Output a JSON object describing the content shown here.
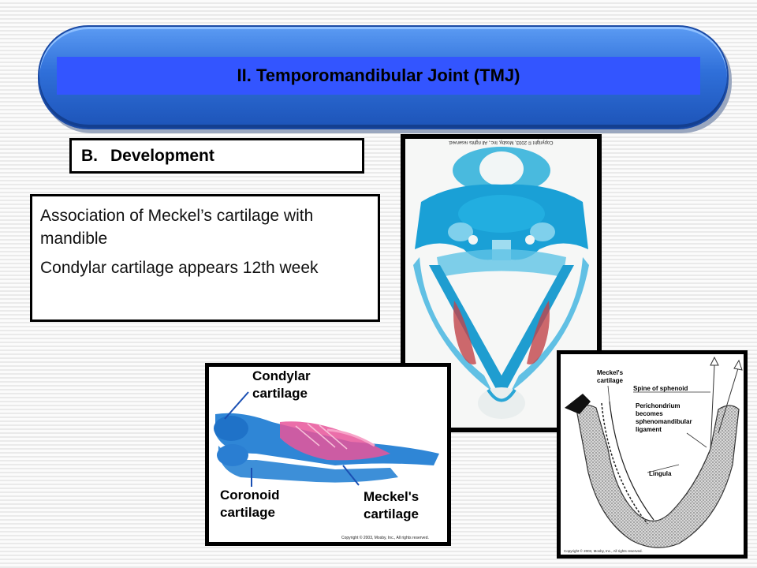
{
  "slide": {
    "title": "II. Temporomandibular Joint (TMJ)",
    "section_number": "B.",
    "section_title": "Development",
    "bullets": [
      "Association of Meckel’s cartilage with mandible",
      "Condylar cartilage appears 12th week"
    ]
  },
  "figures": {
    "top": {
      "copyright": "Copyright © 2003, Mosby, Inc., All rights reserved."
    },
    "left": {
      "labels": [
        "Condylar cartilage",
        "Coronoid cartilage",
        "Meckel's cartilage"
      ],
      "label_lines": {
        "condylar": [
          "Condylar",
          "cartilage"
        ],
        "coronoid": [
          "Coronoid",
          "cartilage"
        ],
        "meckels": [
          "Meckel's",
          "cartilage"
        ]
      },
      "copyright": "Copyright © 2003, Mosby, Inc., All rights reserved."
    },
    "right": {
      "label_lines": {
        "meckels": [
          "Meckel's",
          "cartilage"
        ],
        "spine": [
          "Spine of sphenoid"
        ],
        "perichondrium": [
          "Perichondrium",
          "becomes",
          "sphenomandibular",
          "ligament"
        ],
        "lingula": [
          "Lingula"
        ]
      },
      "copyright": "Copyright © 2003, Mosby, Inc., All rights reserved."
    }
  },
  "colors": {
    "title_band": "#3355ff",
    "pill": "#2f6fd9",
    "cartilage_blue": "#29a6d6",
    "stain_red": "#c2444a",
    "stain_pink": "#e8559a"
  }
}
